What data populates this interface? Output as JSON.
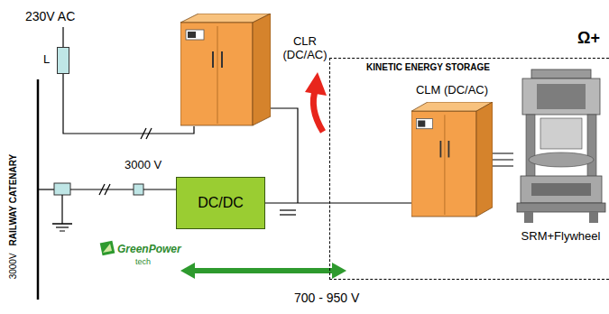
{
  "diagram": {
    "nodes": [
      {
        "text": [
          "L"
        ]
      },
      {
        "text": [
          "CLR (DC/AC)"
        ]
      },
      {
        "text": [
          "DC/DC"
        ]
      },
      {
        "text": [
          "KINETIC ENERGY STORAGE"
        ]
      },
      {
        "text": [
          "CLM (DC/AC)"
        ],
        "in": 3
      },
      {
        "text": [
          "SRM+Flywheel"
        ],
        "in": 3
      }
    ],
    "edges": [
      {
        "from": 0,
        "to": 1,
        "arrow": "none"
      },
      {
        "from": 2,
        "to": 4,
        "arrow": "none"
      },
      {
        "from": 4,
        "to": 5,
        "arrow": "none"
      }
    ],
    "labels": [
      "230V AC",
      "3000 V",
      "Ω+",
      "3000V",
      "RAILWAY CATENARY",
      "GreenPower",
      "tech",
      "700 - 950 V"
    ]
  }
}
